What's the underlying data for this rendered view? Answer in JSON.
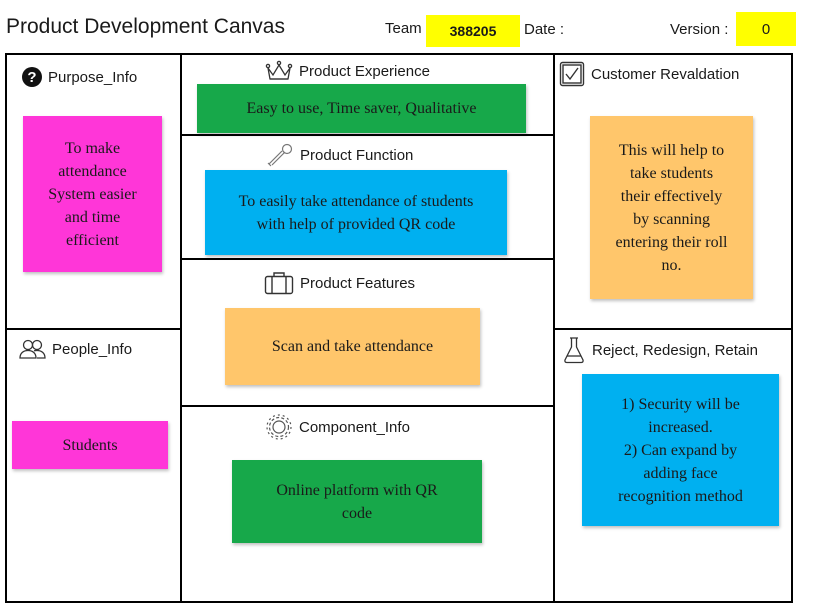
{
  "header": {
    "title": "Product Development Canvas",
    "team_label": "Team",
    "team_value": "388205",
    "date_label": "Date :",
    "version_label": "Version :",
    "version_value": "0"
  },
  "sections": {
    "purpose": {
      "title": "Purpose_Info",
      "note": "To make\nattendance\nSystem easier\nand time\nefficient"
    },
    "people": {
      "title": "People_Info",
      "note": "Students"
    },
    "experience": {
      "title": "Product Experience",
      "note": "Easy to use, Time saver, Qualitative"
    },
    "function": {
      "title": "Product Function",
      "note": "To easily take attendance of students\nwith help of provided QR code"
    },
    "features": {
      "title": "Product Features",
      "note": "Scan and take attendance"
    },
    "component": {
      "title": "Component_Info",
      "note": "Online platform with QR\ncode"
    },
    "revalidation": {
      "title": "Customer Revaldation",
      "note": "This will help to\ntake students\ntheir effectively\nby scanning\nentering their roll\nno."
    },
    "reject": {
      "title": "Reject, Redesign, Retain",
      "note": "1) Security will be\nincreased.\n2) Can expand by\nadding face\nrecognition method"
    }
  },
  "colors": {
    "green": "#17a84a",
    "blue": "#00b0f0",
    "orange": "#ffc66b",
    "pink": "#ff36d8",
    "highlight": "#ffff00"
  },
  "icons": {
    "purpose": "question-circle-icon",
    "people": "people-icon",
    "experience": "crown-icon",
    "function": "wrench-icon",
    "features": "briefcase-icon",
    "component": "gear-icon",
    "revalidation": "checkbox-icon",
    "reject": "flask-icon"
  }
}
